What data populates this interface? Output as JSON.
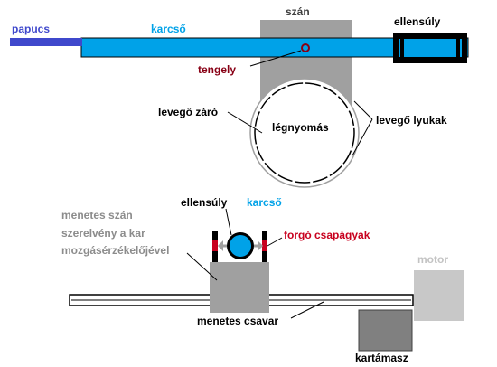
{
  "top_view": {
    "papucs": "papucs",
    "karcso": "karcső",
    "szan": "szán",
    "ellensuly": "ellensúly",
    "tengely": "tengely",
    "levego_zaro": "levegő záró",
    "legnyomas": "légnyomás",
    "levego_lyukak": "levegő lyukak"
  },
  "side_view": {
    "menetes_szan_line1": "menetes szán",
    "menetes_szan_line2": "szerelvény  a kar",
    "menetes_szan_line3": "mozgásérzékelőjével",
    "ellensuly": "ellensúly",
    "karcso": "karcső",
    "forgo_csapagyak": "forgó csapágyak",
    "motor": "motor",
    "menetes_csavar": "menetes csavar",
    "kartamasz": "kartámasz"
  },
  "colors": {
    "papucs": "#3f48cc",
    "karcso": "#00a2e8",
    "sled": "#a0a0a0",
    "tengely_label": "#880015",
    "bearing_label": "#c8001e",
    "motor": "#c8c8c8",
    "motor_label": "#c3c3c3",
    "menetes_label": "#8c8c8c"
  }
}
